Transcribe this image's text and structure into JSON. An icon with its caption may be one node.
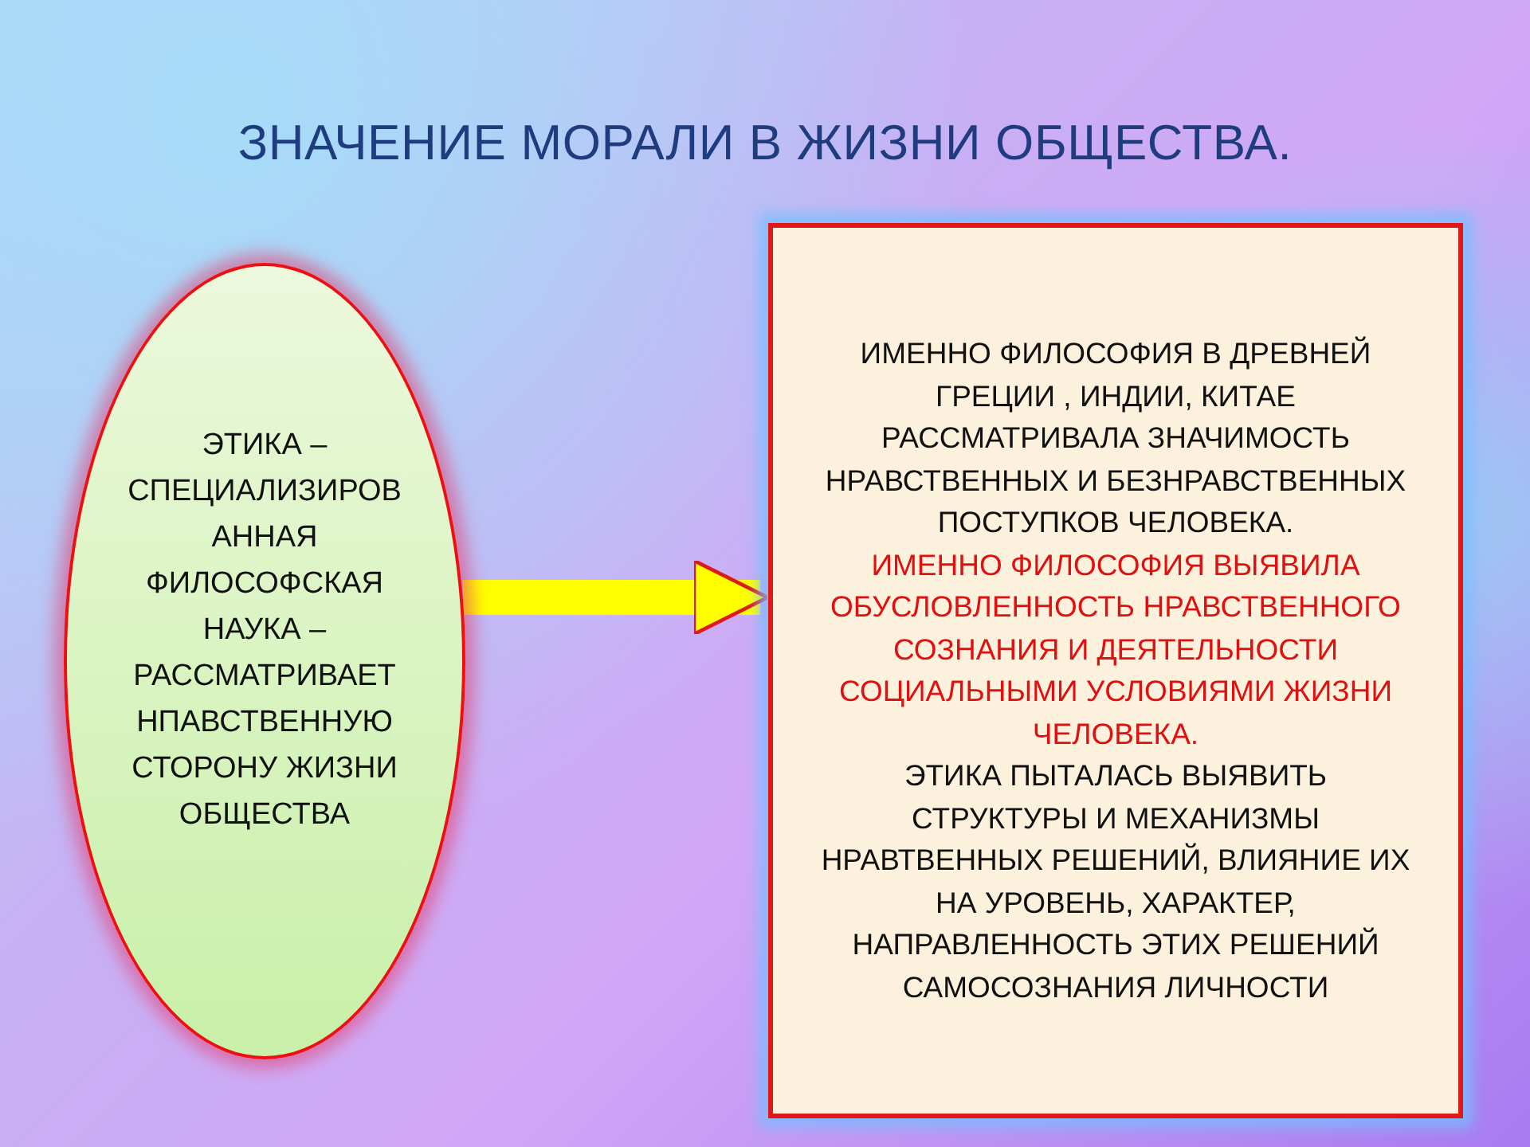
{
  "diagram": {
    "title": "ЗНАЧЕНИЕ МОРАЛИ В ЖИЗНИ ОБЩЕСТВА.",
    "nodes": [
      {
        "text": [
          "ЭТИКА – СПЕЦИАЛИЗИРОВАННАЯ ФИЛОСОФСКАЯ НАУКА – РАССМАТРИВАЕТ НПАВСТВЕННУЮ СТОРОНУ ЖИЗНИ ОБЩЕСТВА"
        ]
      },
      {
        "text": [
          "ИМЕННО ФИЛОСОФИЯ В ДРЕВНЕЙ ГРЕЦИИ , ИНДИИ, КИТАЕ РАССМАТРИВАЛА ЗНАЧИМОСТЬ НРАВСТВЕННЫХ И БЕЗНРАВСТВЕННЫХ ПОСТУПКОВ ЧЕЛОВЕКА.",
          "ИМЕННО ФИЛОСОФИЯ ВЫЯВИЛА ОБУСЛОВЛЕННОСТЬ НРАВСТВЕННОГО СОЗНАНИЯ И ДЕЯТЕЛЬНОСТИ СОЦИАЛЬНЫМИ УСЛОВИЯМИ ЖИЗНИ ЧЕЛОВЕКА.",
          "ЭТИКА ПЫТАЛАСЬ ВЫЯВИТЬ СТРУКТУРЫ И МЕХАНИЗМЫ НРАВТВЕННЫХ РЕШЕНИЙ, ВЛИЯНИЕ ИХ НА УРОВЕНЬ, ХАРАКТЕР, НАПРАВЛЕННОСТЬ ЭТИХ РЕШЕНИЙ САМОСОЗНАНИЯ ЛИЧНОСТИ"
        ]
      }
    ],
    "edges": [
      {
        "from": 0,
        "to": 1,
        "arrow": "to"
      }
    ]
  }
}
